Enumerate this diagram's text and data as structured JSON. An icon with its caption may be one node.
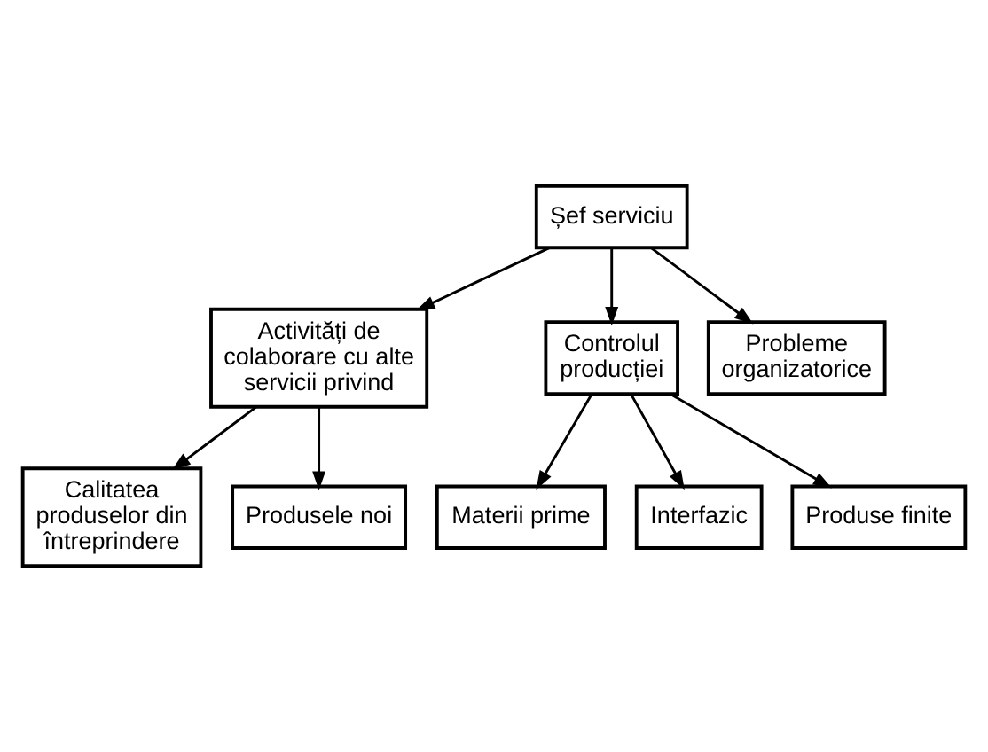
{
  "diagram": {
    "nodes": [
      {
        "text": [
          "Șef serviciu"
        ]
      },
      {
        "text": [
          "Activități de colaborare cu alte servicii privind"
        ]
      },
      {
        "text": [
          "Controlul producției"
        ]
      },
      {
        "text": [
          "Probleme organizatorice"
        ]
      },
      {
        "text": [
          "Calitatea produselor din întreprindere"
        ]
      },
      {
        "text": [
          "Produsele noi"
        ]
      },
      {
        "text": [
          "Materii prime"
        ]
      },
      {
        "text": [
          "Interfazic"
        ]
      },
      {
        "text": [
          "Produse finite"
        ]
      }
    ],
    "edges": [
      {
        "from": 0,
        "to": 1,
        "arrow": "to"
      },
      {
        "from": 0,
        "to": 2,
        "arrow": "to"
      },
      {
        "from": 0,
        "to": 3,
        "arrow": "to"
      },
      {
        "from": 1,
        "to": 4,
        "arrow": "to"
      },
      {
        "from": 1,
        "to": 5,
        "arrow": "to"
      },
      {
        "from": 2,
        "to": 6,
        "arrow": "to"
      },
      {
        "from": 2,
        "to": 7,
        "arrow": "to"
      },
      {
        "from": 2,
        "to": 8,
        "arrow": "to"
      }
    ]
  }
}
